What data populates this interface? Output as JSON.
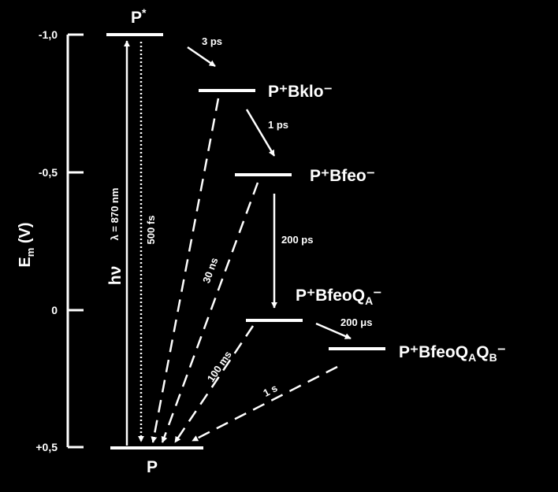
{
  "colors": {
    "background": "#000000",
    "foreground": "#ffffff"
  },
  "axis": {
    "ylabel_main": "E",
    "ylabel_sub": "m",
    "ylabel_unit": " (V)",
    "ticks": [
      {
        "value": -1.0,
        "label": "-1,0"
      },
      {
        "value": -0.5,
        "label": "-0,5"
      },
      {
        "value": 0.0,
        "label": "0"
      },
      {
        "value": 0.5,
        "label": "+0,5"
      }
    ]
  },
  "states": {
    "p_star": {
      "base": "P",
      "sup": "*",
      "potential": -1.0
    },
    "p_bklo": {
      "text": "P⁺Bklo⁻"
    },
    "p_bfeo": {
      "text": "P⁺Bfeo⁻"
    },
    "p_bfeoqa": {
      "prefix": "P⁺BfeoQ",
      "sub": "A",
      "suffix": "⁻"
    },
    "p_bfeoqaqb": {
      "prefix": "P⁺BfeoQ",
      "sub1": "A",
      "mid": "Q",
      "sub2": "B",
      "suffix": "⁻"
    },
    "p_ground": {
      "text": "P",
      "potential": 0.5
    }
  },
  "labels": {
    "excitation": "hν",
    "wavelength": "λ = 870 nm",
    "decay_500fs": "500 fs",
    "decay_30ns": "30 ns",
    "decay_100ms": "100 ms",
    "decay_1s": "1 s",
    "t_3ps": "3 ps",
    "t_1ps": "1 ps",
    "t_200ps": "200 ps",
    "t_200us": "200 μs"
  }
}
